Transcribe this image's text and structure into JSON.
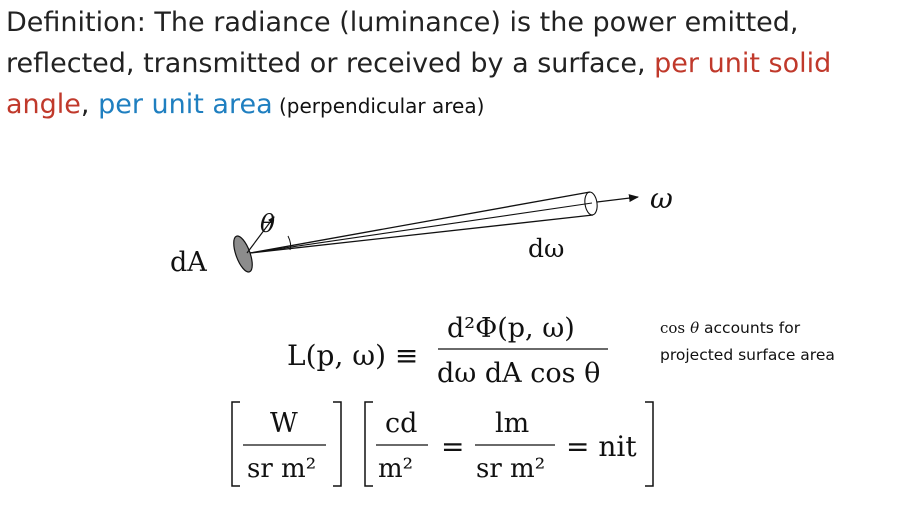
{
  "definition": {
    "lead": "Definition: The radiance (luminance) is the power emitted, reflected, transmitted or received by a surface, ",
    "solid_angle": "per unit solid angle",
    "comma": ", ",
    "unit_area": "per unit area",
    "perpendicular": " (perpendicular area)"
  },
  "diagram": {
    "dA": "dA",
    "theta": "θ",
    "omega": "ω",
    "domega": "dω"
  },
  "equation": {
    "lhs": "L(p, ω) ≡",
    "numerator": "d²Φ(p, ω)",
    "denominator": "dω dA cos θ"
  },
  "note": {
    "cos": "cos",
    "theta": "θ",
    "line1_rest": " accounts for",
    "line2": "projected surface area"
  },
  "units": {
    "W": "W",
    "sr_m2": "sr m²",
    "cd": "cd",
    "m2": "m²",
    "eq1": "=",
    "lm": "lm",
    "sr_m2_b": "sr m²",
    "eq2": "= nit"
  },
  "colors": {
    "red": "#c0392b",
    "blue": "#1f7fc0",
    "surface": "#8c8c8c"
  }
}
